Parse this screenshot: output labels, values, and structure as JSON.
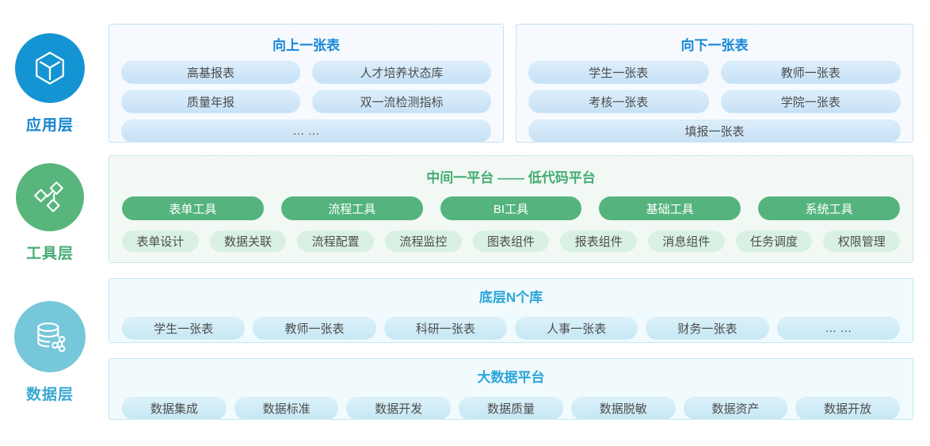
{
  "layers": [
    {
      "label": "应用层",
      "icon": "cube-icon",
      "circle_color": "#1594d3",
      "label_color": "#1584d0"
    },
    {
      "label": "工具层",
      "icon": "flowchart-icon",
      "circle_color": "#58b67d",
      "label_color": "#45ab74"
    },
    {
      "label": "数据层",
      "icon": "database-share-icon",
      "circle_color": "#76c7da",
      "label_color": "#3aa8d2"
    }
  ],
  "boxes": {
    "up_table": {
      "title": "向上一张表",
      "pills": [
        "高基报表",
        "人才培养状态库",
        "质量年报",
        "双一流检测指标",
        "… …"
      ]
    },
    "down_table": {
      "title": "向下一张表",
      "pills": [
        "学生一张表",
        "教师一张表",
        "考核一张表",
        "学院一张表",
        "填报一张表"
      ]
    },
    "platform": {
      "title": "中间一平台 —— 低代码平台",
      "buttons": [
        "表单工具",
        "流程工具",
        "BI工具",
        "基础工具",
        "系统工具"
      ],
      "pills": [
        "表单设计",
        "数据关联",
        "流程配置",
        "流程监控",
        "图表组件",
        "报表组件",
        "消息组件",
        "任务调度",
        "权限管理"
      ]
    },
    "base_dbs": {
      "title": "底层N个库",
      "pills": [
        "学生一张表",
        "教师一张表",
        "科研一张表",
        "人事一张表",
        "财务一张表",
        "… …"
      ]
    },
    "bigdata": {
      "title": "大数据平台",
      "pills": [
        "数据集成",
        "数据标准",
        "数据开发",
        "数据质量",
        "数据脱敏",
        "数据资产",
        "数据开放"
      ]
    }
  },
  "colors": {
    "blue_title": "#1787d8",
    "green_title": "#44ac72",
    "cyan_title": "#29a5d9",
    "blue_pill": "#cde5f7",
    "cyan_pill": "#cdeaf6",
    "mint_pill": "#d9f1e3",
    "green_button": "#55b47e",
    "app_circle": "#1594d3",
    "tool_circle": "#58b67d",
    "data_circle": "#76c7da"
  }
}
